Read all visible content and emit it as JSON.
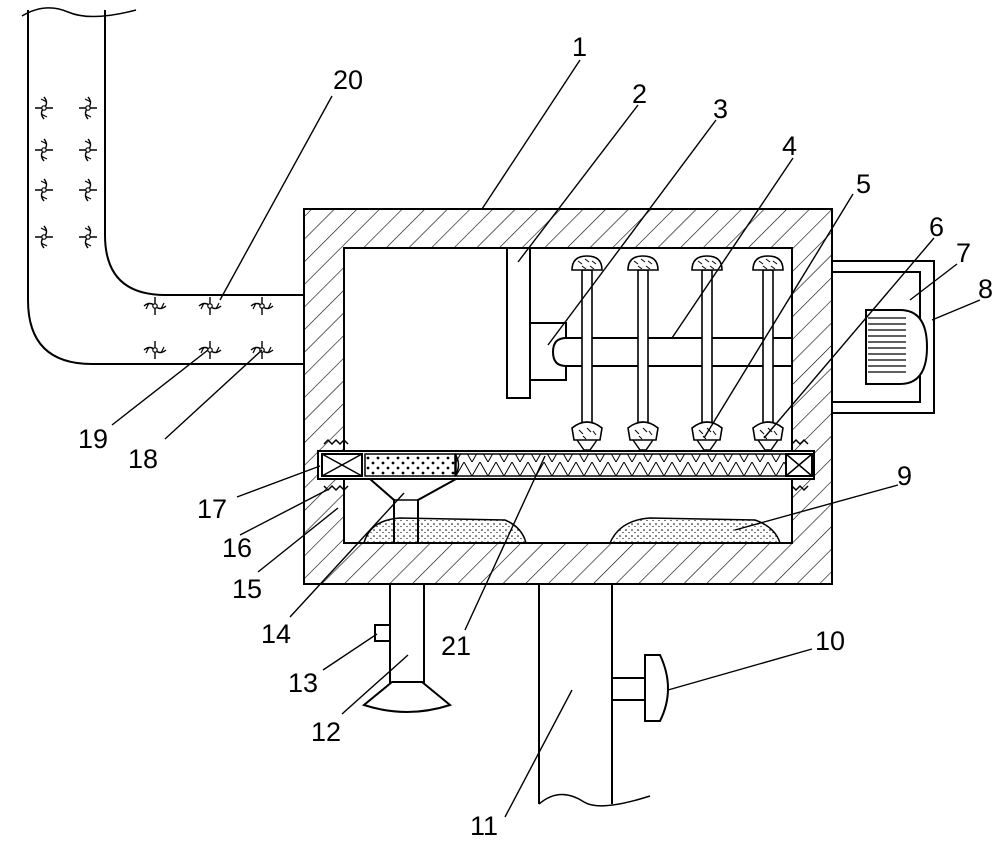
{
  "figure": {
    "labels": {
      "l1": "1",
      "l2": "2",
      "l3": "3",
      "l4": "4",
      "l5": "5",
      "l6": "6",
      "l7": "7",
      "l8": "8",
      "l9": "9",
      "l10": "10",
      "l11": "11",
      "l12": "12",
      "l13": "13",
      "l14": "14",
      "l15": "15",
      "l16": "16",
      "l17": "17",
      "l18": "18",
      "l19": "19",
      "l20": "20",
      "l21": "21"
    }
  }
}
